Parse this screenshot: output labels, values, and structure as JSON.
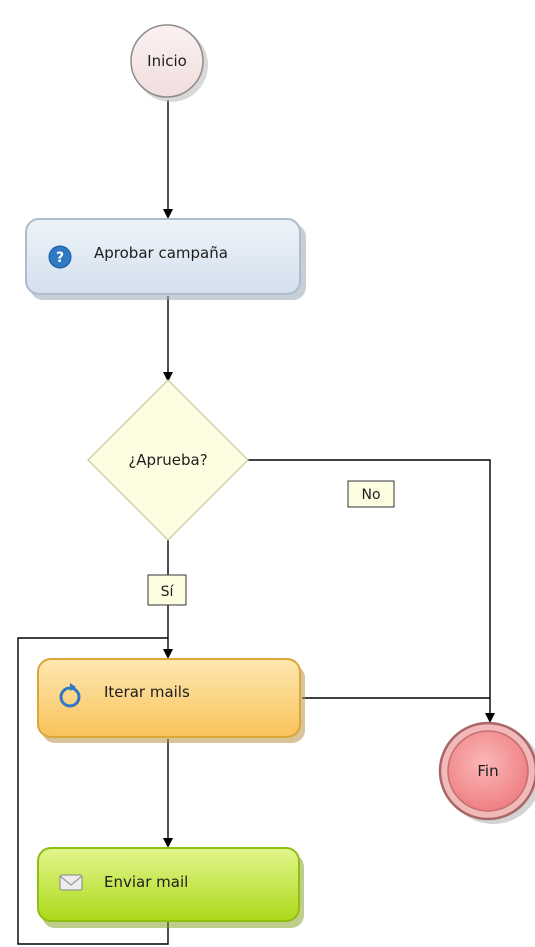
{
  "diagram": {
    "nodes": {
      "start": {
        "label": "Inicio",
        "shape": "circle",
        "fill": "#f6e6e6"
      },
      "approve_task": {
        "label": "Aprobar campaña",
        "shape": "rounded-rect",
        "fill": "#dde7f1",
        "icon": "question-icon"
      },
      "decision": {
        "label": "¿Aprueba?",
        "shape": "diamond",
        "fill": "#fdfde1"
      },
      "iterate_task": {
        "label": "Iterar mails",
        "shape": "rounded-rect",
        "fill": "#fcd27c",
        "icon": "loop-icon"
      },
      "send_task": {
        "label": "Enviar mail",
        "shape": "rounded-rect",
        "fill": "#c2e63f",
        "icon": "envelope-icon"
      },
      "end": {
        "label": "Fin",
        "shape": "circle",
        "fill": "#f59ea0"
      }
    },
    "edge_labels": {
      "no": "No",
      "yes": "Sí"
    }
  }
}
